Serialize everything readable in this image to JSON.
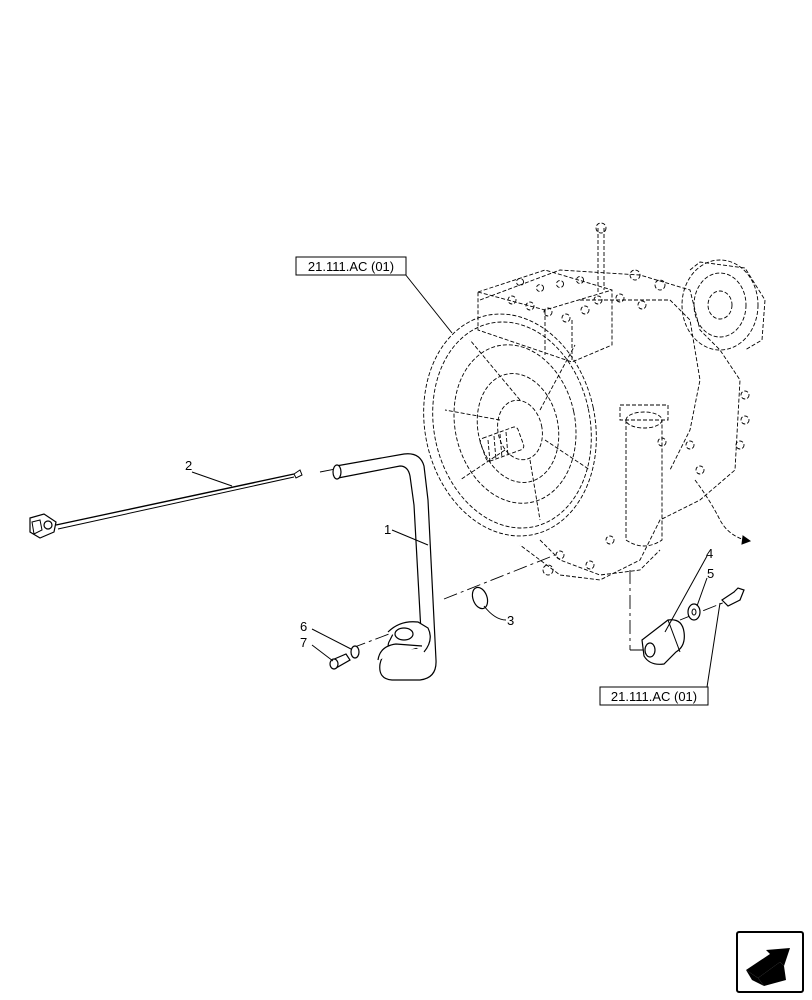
{
  "references": [
    {
      "id": "ref-top",
      "text": "21.111.AC (01)"
    },
    {
      "id": "ref-bottom",
      "text": "21.111.AC (01)"
    }
  ],
  "callouts": [
    {
      "id": "1",
      "label": "1"
    },
    {
      "id": "2",
      "label": "2"
    },
    {
      "id": "3",
      "label": "3"
    },
    {
      "id": "4",
      "label": "4"
    },
    {
      "id": "5",
      "label": "5"
    },
    {
      "id": "6",
      "label": "6"
    },
    {
      "id": "7",
      "label": "7"
    }
  ],
  "nav_icon": "next-page-arrow-icon"
}
